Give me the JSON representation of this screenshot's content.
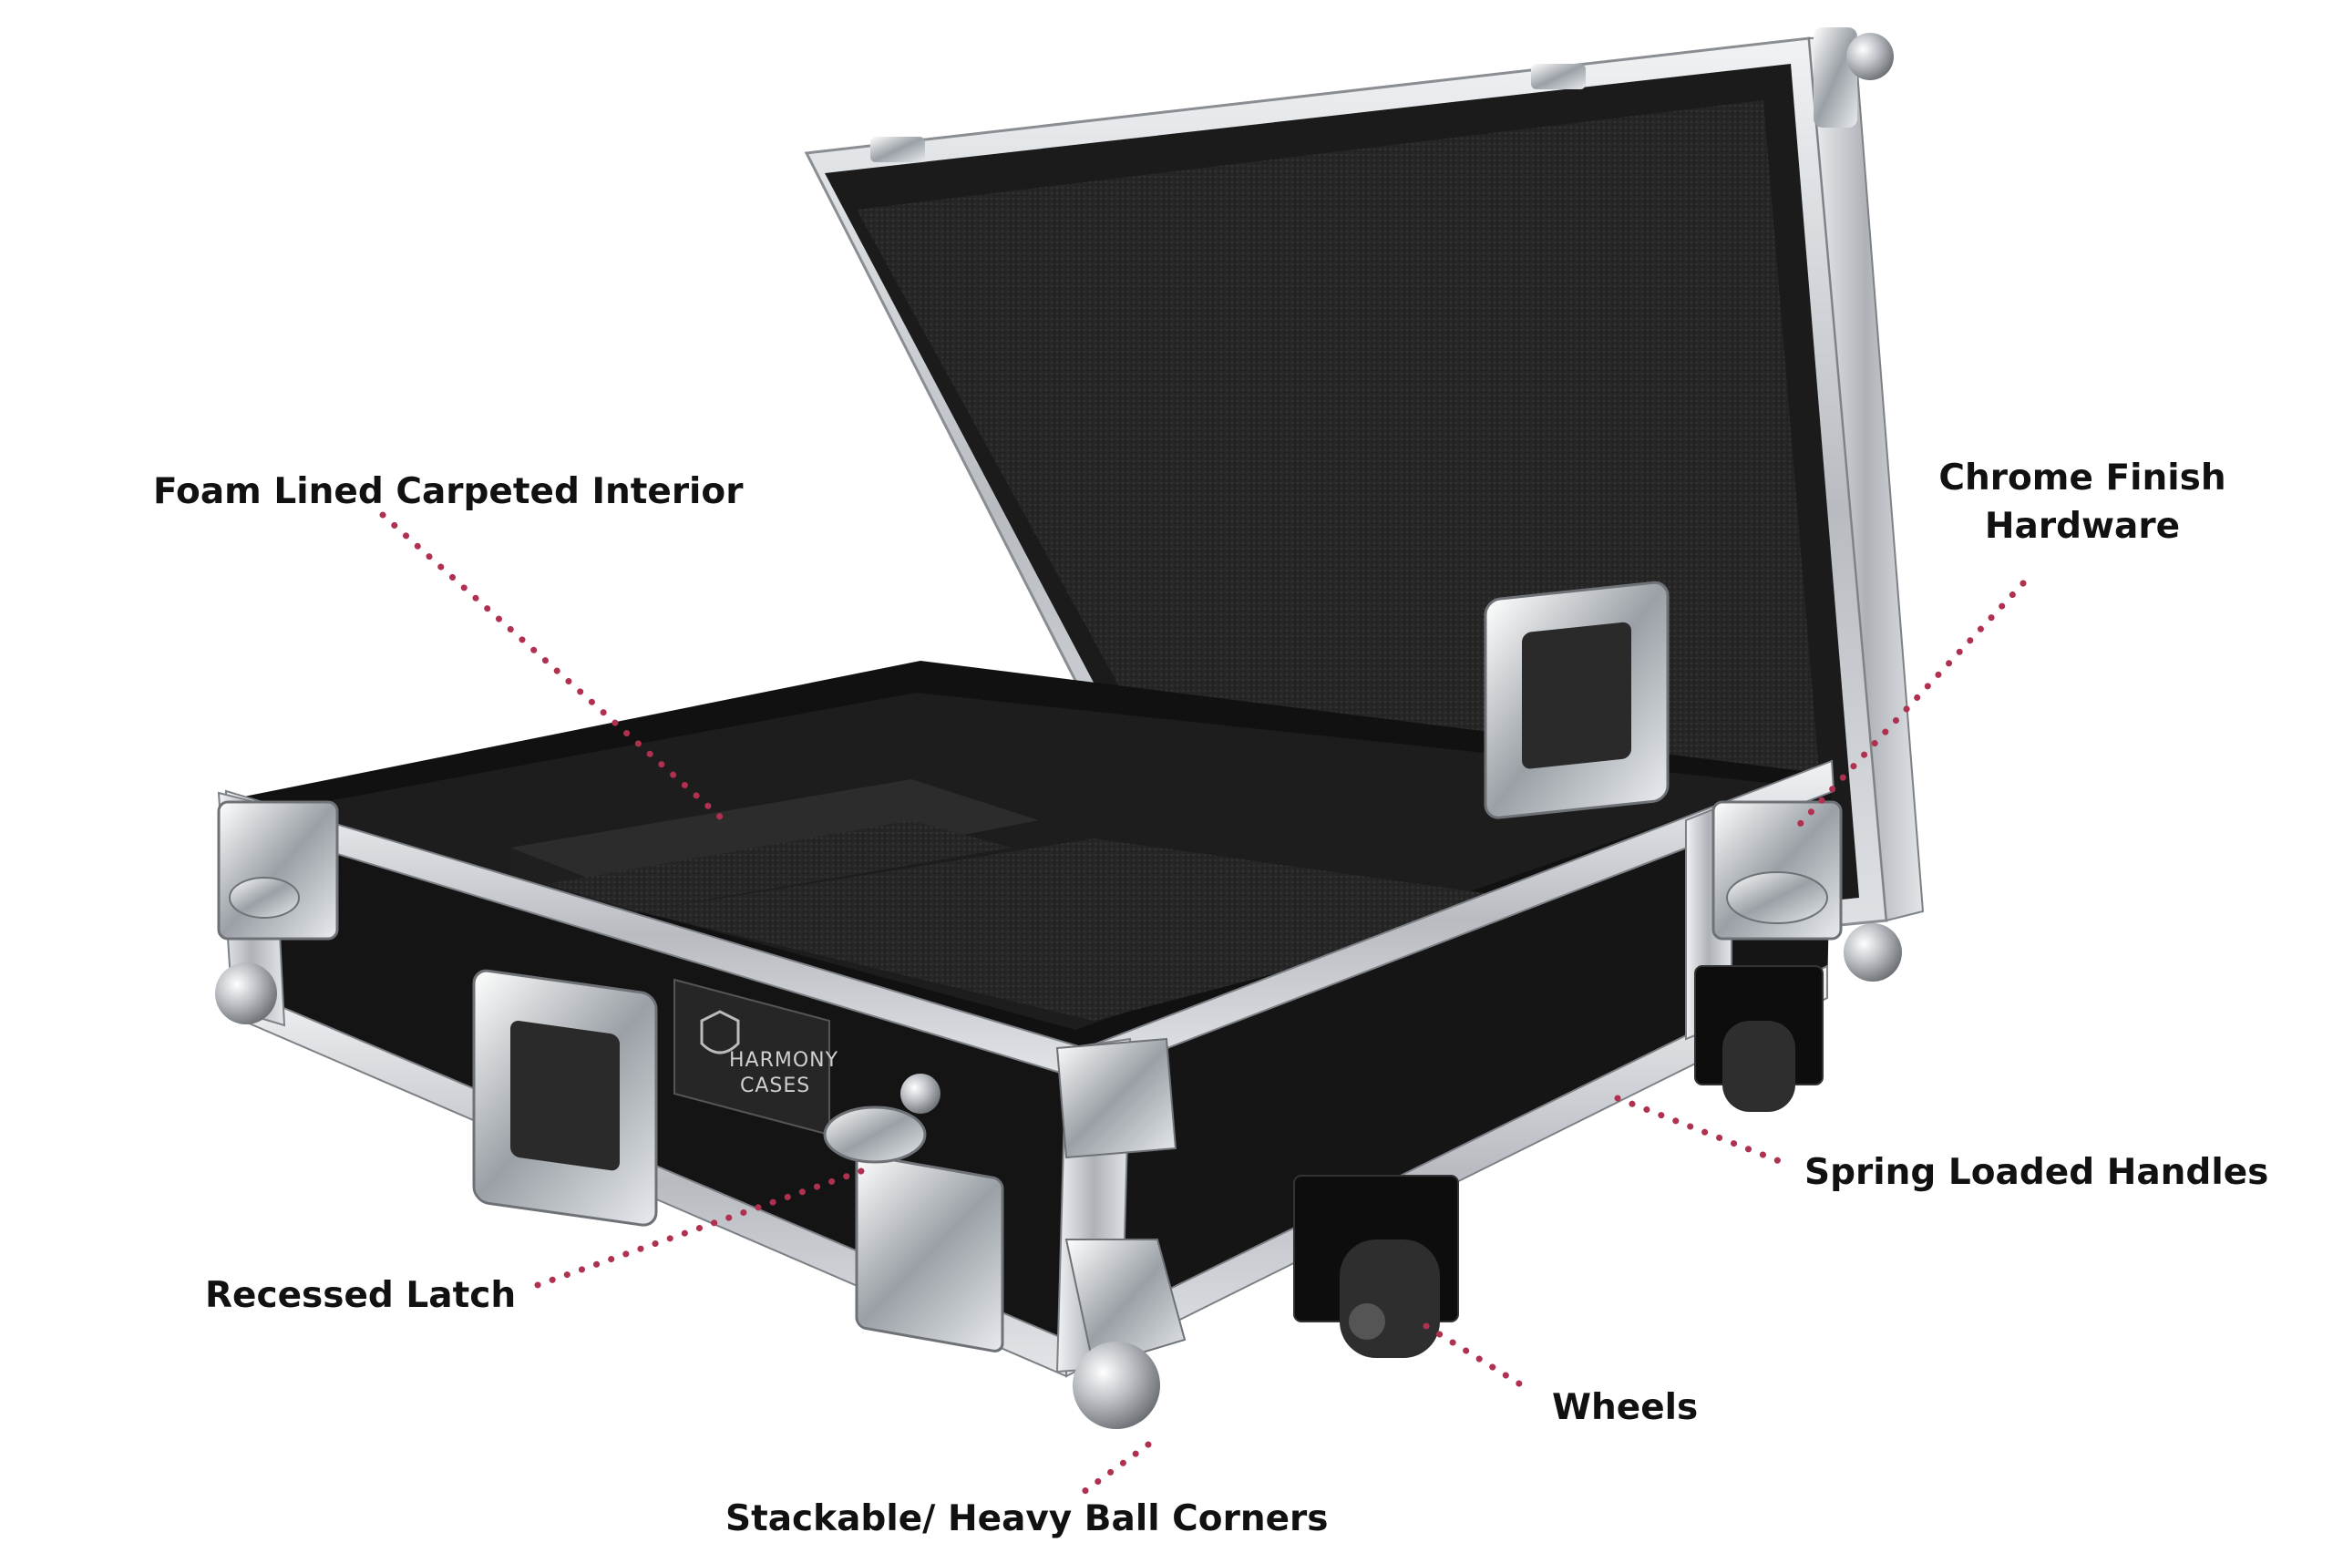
{
  "image": {
    "subject": "open black aluminum flight case with annotated features",
    "colors": {
      "background": "#ffffff",
      "leader_line": "#b03050",
      "case_black": "#161616",
      "aluminum": "#c9ccd0",
      "chrome": "#e4e7ea",
      "foam": "#2a2a2a"
    }
  },
  "brand_plaque": {
    "line1": "HARMONY",
    "line2": "CASES"
  },
  "callouts": [
    {
      "id": "foam",
      "label": "Foam Lined Carpeted Interior"
    },
    {
      "id": "chrome",
      "label_line1": "Chrome Finish",
      "label_line2": "Hardware"
    },
    {
      "id": "handles",
      "label": "Spring Loaded Handles"
    },
    {
      "id": "latch",
      "label": "Recessed Latch"
    },
    {
      "id": "wheels",
      "label": "Wheels"
    },
    {
      "id": "corners",
      "label": "Stackable/ Heavy Ball Corners"
    }
  ]
}
